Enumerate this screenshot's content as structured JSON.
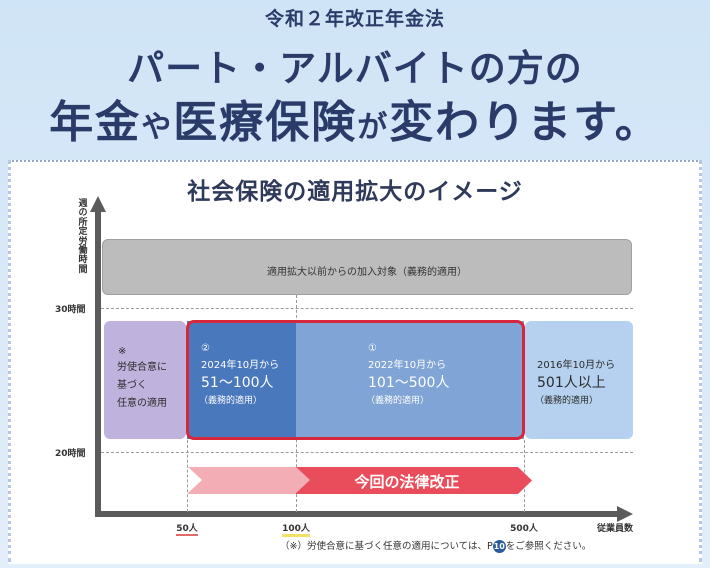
{
  "header": {
    "law_title": "令和２年改正年金法",
    "headline_line1": "パート・アルバイトの方の",
    "headline_line2_a": "年金",
    "headline_line2_b": "や",
    "headline_line2_c": "医療保険",
    "headline_line2_d": "が",
    "headline_line2_e": "変わります。"
  },
  "diagram": {
    "title": "社会保険の適用拡大のイメージ",
    "y_axis_label": "週の所定労働時間",
    "x_axis_label": "従業員数",
    "y_ticks": [
      "30時間",
      "20時間"
    ],
    "x_ticks": [
      "50人",
      "100人",
      "500人"
    ],
    "top_band": "適用拡大以前からの加入対象（義務的適用）",
    "purple_box": {
      "mark": "※",
      "line1": "労使合意に",
      "line2": "基づく",
      "line3": "任意の適用"
    },
    "box_2024": {
      "mark": "②",
      "date": "2024年10月から",
      "range": "51〜100人",
      "note": "（義務的適用）"
    },
    "box_2022": {
      "mark": "①",
      "date": "2022年10月から",
      "range": "101〜500人",
      "note": "（義務的適用）"
    },
    "box_2016": {
      "date": "2016年10月から",
      "range": "501人以上",
      "note": "（義務的適用）"
    },
    "arrow_label": "今回の法律改正"
  },
  "footnote": {
    "text_before": "（※）労使合意に基づく任意の適用については、P",
    "page_number": "10",
    "text_after": "をご参照ください。"
  },
  "colors": {
    "navy_text": "#2a3b6a",
    "gray_band": "#bcbcbc",
    "purple": "#bfb3dd",
    "dark_blue": "#4a78bd",
    "medium_blue": "#7fa4d5",
    "light_blue": "#b5d1ef",
    "red_outline": "#d6273c",
    "arrow_red": "#e94d5b",
    "arrow_pink": "#f2aeb4"
  }
}
